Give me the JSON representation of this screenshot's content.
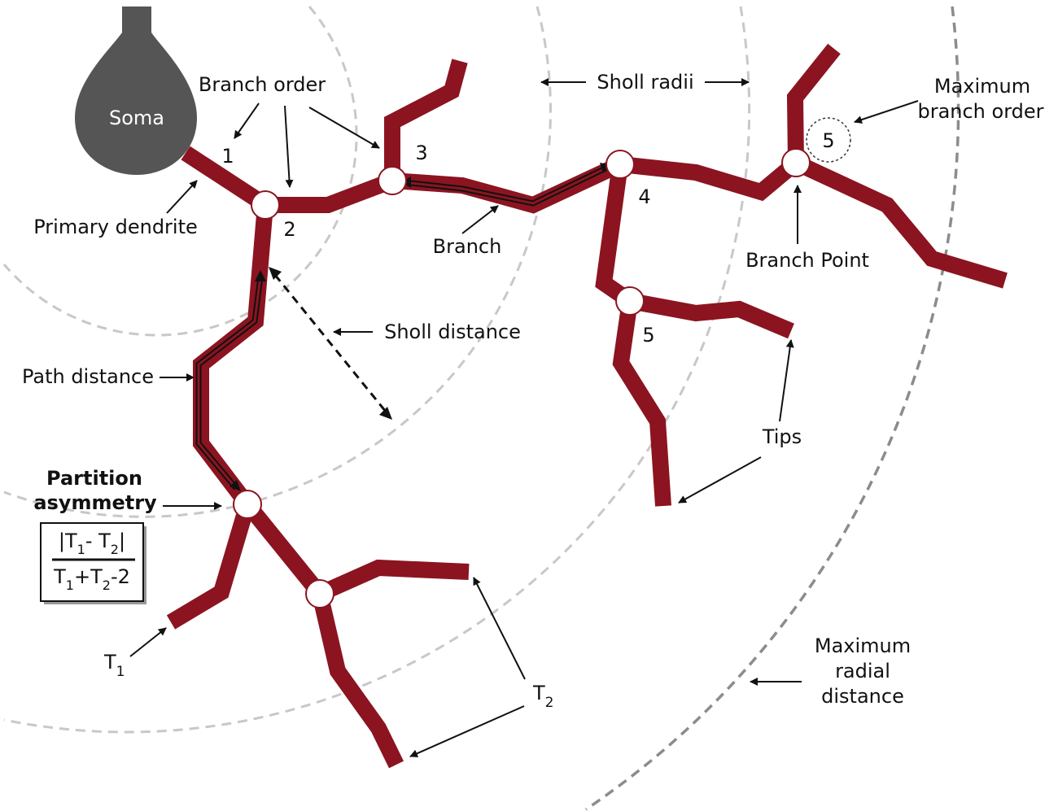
{
  "labels": {
    "soma": "Soma",
    "branch_order": "Branch order",
    "primary_dendrite": "Primary dendrite",
    "branch": "Branch",
    "sholl_radii": "Sholl radii",
    "sholl_distance": "Sholl distance",
    "path_distance": "Path distance",
    "max_branch_order_line1": "Maximum",
    "max_branch_order_line2": "branch order",
    "branch_point": "Branch Point",
    "tips": "Tips",
    "partition_line1": "Partition",
    "partition_line2": "asymmetry",
    "max_radial_line1": "Maximum",
    "max_radial_line2": "radial",
    "max_radial_line3": "distance",
    "t_letter": "T",
    "sub_1": "1",
    "sub_2": "2"
  },
  "formula": {
    "num_open": "|T",
    "num_sub1": "1",
    "num_mid": "- T",
    "num_sub2": "2",
    "num_close": "|",
    "den_a": "T",
    "den_sub1": "1",
    "den_plus": "+T",
    "den_sub2": "2",
    "den_tail": "-2"
  },
  "branch_orders": [
    "1",
    "2",
    "3",
    "4",
    "5",
    "5"
  ],
  "colors": {
    "dendrite": "#8b1420",
    "soma": "#555555",
    "sholl_circles": "#c8c8c8",
    "max_radial_circle": "#8c8c8c"
  }
}
